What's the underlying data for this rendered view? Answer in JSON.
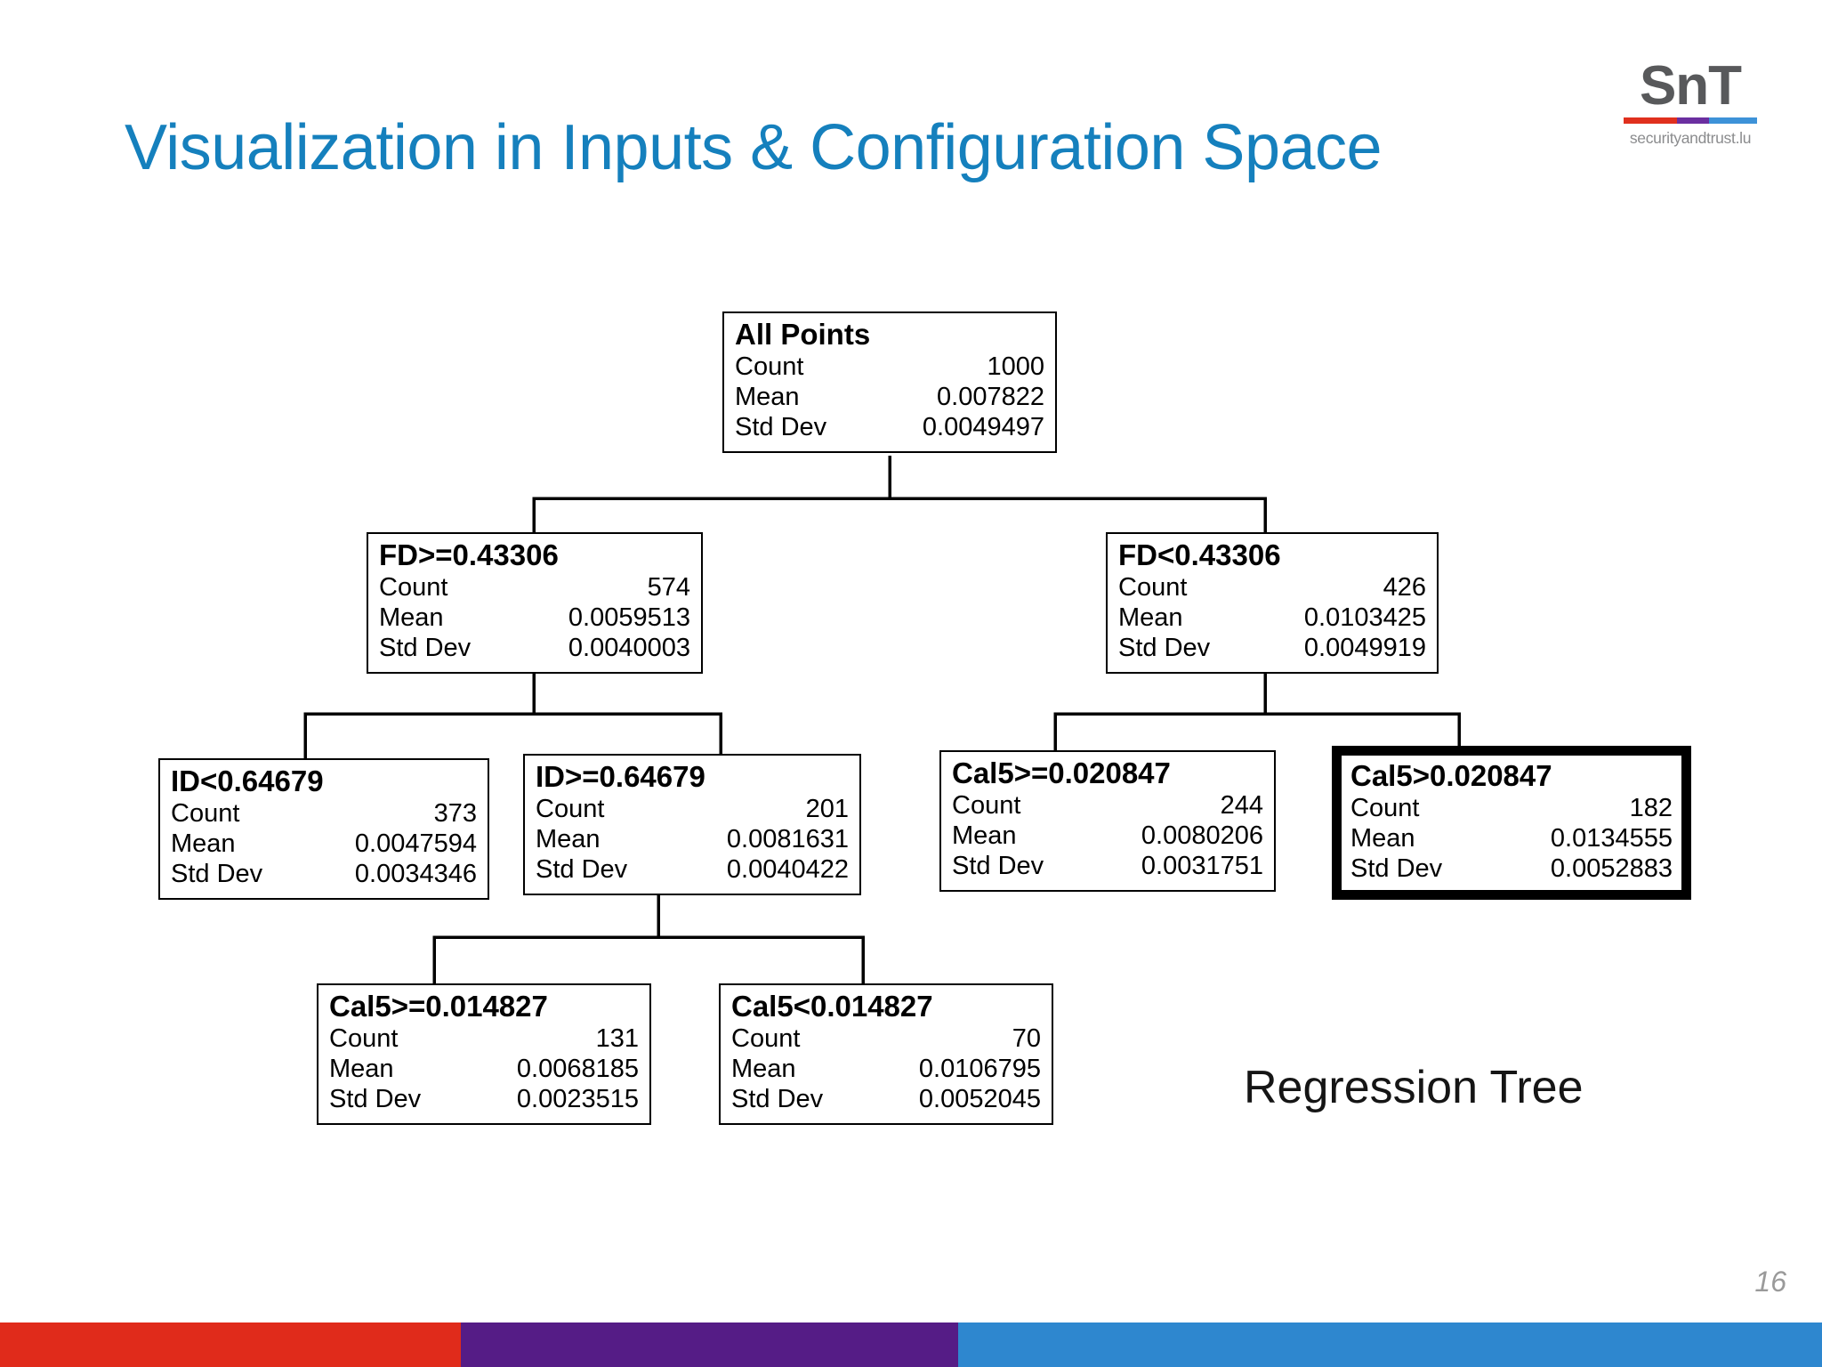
{
  "slide": {
    "title": "Visualization in Inputs & Configuration Space",
    "page_number": "16",
    "caption": "Regression Tree",
    "title_color": "#1580bd"
  },
  "logo": {
    "wordmark": "SnT",
    "tagline": "securityandtrust.lu",
    "bar_colors": [
      "#e0301e",
      "#6b2fa0",
      "#3d92d8"
    ]
  },
  "bottom_bar": {
    "colors": [
      "#e02b1b",
      "#551c86",
      "#2e87cf"
    ]
  },
  "stat_labels": {
    "count": "Count",
    "mean": "Mean",
    "std_dev": "Std Dev"
  },
  "chart_data": {
    "type": "tree",
    "title": "Regression Tree",
    "nodes": [
      {
        "id": "root",
        "title": "All Points",
        "count": "1000",
        "mean": "0.007822",
        "std_dev": "0.0049497",
        "highlight": false
      },
      {
        "id": "fd-ge",
        "title": "FD>=0.43306",
        "count": "574",
        "mean": "0.0059513",
        "std_dev": "0.0040003",
        "highlight": false
      },
      {
        "id": "fd-lt",
        "title": "FD<0.43306",
        "count": "426",
        "mean": "0.0103425",
        "std_dev": "0.0049919",
        "highlight": false
      },
      {
        "id": "id-lt",
        "title": "ID<0.64679",
        "count": "373",
        "mean": "0.0047594",
        "std_dev": "0.0034346",
        "highlight": false
      },
      {
        "id": "id-ge",
        "title": "ID>=0.64679",
        "count": "201",
        "mean": "0.0081631",
        "std_dev": "0.0040422",
        "highlight": false
      },
      {
        "id": "cal5-ge-020847",
        "title": "Cal5>=0.020847",
        "count": "244",
        "mean": "0.0080206",
        "std_dev": "0.0031751",
        "highlight": false
      },
      {
        "id": "cal5-gt-020847",
        "title": "Cal5>0.020847",
        "count": "182",
        "mean": "0.0134555",
        "std_dev": "0.0052883",
        "highlight": true
      },
      {
        "id": "cal5-ge-014827",
        "title": "Cal5>=0.014827",
        "count": "131",
        "mean": "0.0068185",
        "std_dev": "0.0023515",
        "highlight": false
      },
      {
        "id": "cal5-lt-014827",
        "title": "Cal5<0.014827",
        "count": "70",
        "mean": "0.0106795",
        "std_dev": "0.0052045",
        "highlight": false
      }
    ],
    "edges": [
      {
        "from": "root",
        "to": "fd-ge"
      },
      {
        "from": "root",
        "to": "fd-lt"
      },
      {
        "from": "fd-ge",
        "to": "id-lt"
      },
      {
        "from": "fd-ge",
        "to": "id-ge"
      },
      {
        "from": "fd-lt",
        "to": "cal5-ge-020847"
      },
      {
        "from": "fd-lt",
        "to": "cal5-gt-020847"
      },
      {
        "from": "id-ge",
        "to": "cal5-ge-014827"
      },
      {
        "from": "id-ge",
        "to": "cal5-lt-014827"
      }
    ]
  }
}
